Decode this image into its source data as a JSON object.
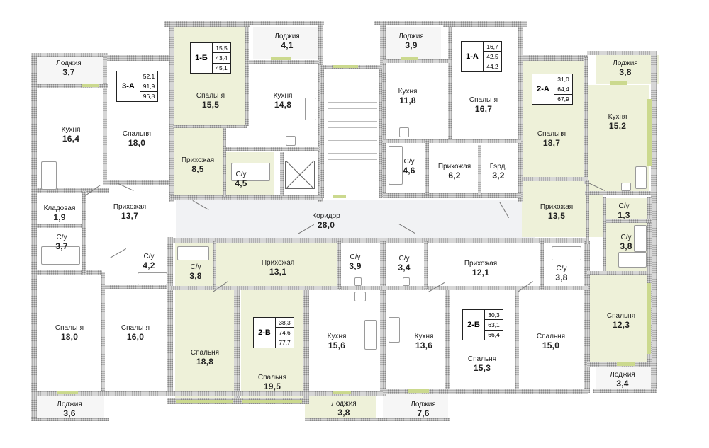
{
  "rooms": [
    {
      "id": "loggia-1b",
      "name": "Лоджия",
      "area": "4,1"
    },
    {
      "id": "loggia-1a",
      "name": "Лоджия",
      "area": "3,9"
    },
    {
      "id": "loggia-3a-top",
      "name": "Лоджия",
      "area": "3,7"
    },
    {
      "id": "loggia-2a-top",
      "name": "Лоджия",
      "area": "3,8"
    },
    {
      "id": "kitchen-3a",
      "name": "Кухня",
      "area": "16,4"
    },
    {
      "id": "bedroom-3a-top",
      "name": "Спальня",
      "area": "18,0"
    },
    {
      "id": "bedroom-1b",
      "name": "Спальня",
      "area": "15,5"
    },
    {
      "id": "kitchen-1b",
      "name": "Кухня",
      "area": "14,8"
    },
    {
      "id": "hall-1b",
      "name": "Прихожая",
      "area": "8,5"
    },
    {
      "id": "bath-1b",
      "name": "С/у",
      "area": "4,5"
    },
    {
      "id": "kitchen-1a",
      "name": "Кухня",
      "area": "11,8"
    },
    {
      "id": "bedroom-1a",
      "name": "Спальня",
      "area": "16,7"
    },
    {
      "id": "bath-1a",
      "name": "С/у",
      "area": "4,6"
    },
    {
      "id": "hall-1a",
      "name": "Прихожая",
      "area": "6,2"
    },
    {
      "id": "wardrobe-1a",
      "name": "Гэрд.",
      "area": "3,2"
    },
    {
      "id": "bedroom-2a",
      "name": "Спальня",
      "area": "18,7"
    },
    {
      "id": "kitchen-2a",
      "name": "Кухня",
      "area": "15,2"
    },
    {
      "id": "storage-3a",
      "name": "Кладовая",
      "area": "1,9"
    },
    {
      "id": "hall-3a",
      "name": "Прихожая",
      "area": "13,7"
    },
    {
      "id": "corridor",
      "name": "Коридор",
      "area": "28,0"
    },
    {
      "id": "hall-2a",
      "name": "Прихожая",
      "area": "13,5"
    },
    {
      "id": "bath-2a-a",
      "name": "С/у",
      "area": "1,3"
    },
    {
      "id": "bath-3a-a",
      "name": "С/у",
      "area": "3,7"
    },
    {
      "id": "bath-3a-b",
      "name": "С/у",
      "area": "4,2"
    },
    {
      "id": "bath-2a-b",
      "name": "С/у",
      "area": "3,8"
    },
    {
      "id": "bath-2v",
      "name": "С/у",
      "area": "3,8"
    },
    {
      "id": "hall-2v",
      "name": "Прихожая",
      "area": "13,1"
    },
    {
      "id": "bath-2v-b",
      "name": "С/у",
      "area": "3,9"
    },
    {
      "id": "bath-2b",
      "name": "С/у",
      "area": "3,4"
    },
    {
      "id": "hall-2b",
      "name": "Прихожая",
      "area": "12,1"
    },
    {
      "id": "bath-2b-b",
      "name": "С/у",
      "area": "3,8"
    },
    {
      "id": "bedroom-3a-bottom",
      "name": "Спальня",
      "area": "18,0"
    },
    {
      "id": "bedroom-3a-mid",
      "name": "Спальня",
      "area": "16,0"
    },
    {
      "id": "bedroom-2v-a",
      "name": "Спальня",
      "area": "18,8"
    },
    {
      "id": "bedroom-2v-b",
      "name": "Спальня",
      "area": "19,5"
    },
    {
      "id": "kitchen-2v",
      "name": "Кухня",
      "area": "15,6"
    },
    {
      "id": "kitchen-2b",
      "name": "Кухня",
      "area": "13,6"
    },
    {
      "id": "bedroom-2b-a",
      "name": "Спальня",
      "area": "15,3"
    },
    {
      "id": "bedroom-2b-b",
      "name": "Спальня",
      "area": "15,0"
    },
    {
      "id": "bedroom-2a-b",
      "name": "Спальня",
      "area": "12,3"
    },
    {
      "id": "loggia-2a-bottom",
      "name": "Лоджия",
      "area": "3,4"
    },
    {
      "id": "loggia-3a-bottom",
      "name": "Лоджия",
      "area": "3,6"
    },
    {
      "id": "loggia-2v",
      "name": "Лоджия",
      "area": "3,8"
    },
    {
      "id": "loggia-2b",
      "name": "Лоджия",
      "area": "7,6"
    }
  ],
  "apartments": [
    {
      "id": "3a",
      "name": "3-А",
      "areas": [
        "52,1",
        "91,9",
        "96,8"
      ]
    },
    {
      "id": "1b",
      "name": "1-Б",
      "areas": [
        "15,5",
        "43,4",
        "45,1"
      ]
    },
    {
      "id": "1a",
      "name": "1-А",
      "areas": [
        "16,7",
        "42,5",
        "44,2"
      ]
    },
    {
      "id": "2a",
      "name": "2-А",
      "areas": [
        "31,0",
        "64,4",
        "67,9"
      ]
    },
    {
      "id": "2v",
      "name": "2-В",
      "areas": [
        "38,3",
        "74,6",
        "77,7"
      ]
    },
    {
      "id": "2b",
      "name": "2-Б",
      "areas": [
        "30,3",
        "63,1",
        "66,4"
      ]
    }
  ],
  "colors": {
    "wall": "#d6d6d6",
    "highlight": "#eef1d9",
    "room": "#ffffff",
    "window": "#cbd98e"
  }
}
